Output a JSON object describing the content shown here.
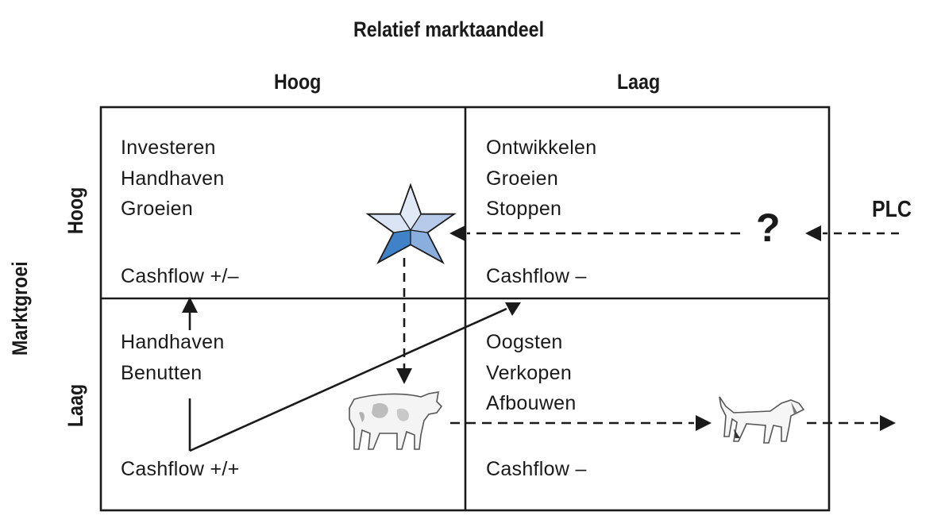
{
  "header": {
    "x_axis_title": "Relatief marktaandeel",
    "x_high": "Hoog",
    "x_low": "Laag",
    "y_axis_title": "Marktgroei",
    "y_high": "Hoog",
    "y_low": "Laag",
    "plc_label": "PLC"
  },
  "quadrants": {
    "star": {
      "lines": "Investeren\nHandhaven\nGroeien",
      "cashflow": "Cashflow +/–"
    },
    "question": {
      "lines": "Ontwikkelen\nGroeien\nStoppen",
      "cashflow": "Cashflow –"
    },
    "cow": {
      "lines": "Handhaven\nBenutten",
      "cashflow": "Cashflow +/+"
    },
    "dog": {
      "lines": "Oogsten\nVerkopen\nAfbouwen",
      "cashflow": "Cashflow –"
    }
  },
  "symbols": {
    "question_mark": "?"
  },
  "colors": {
    "line": "#1a1a1a",
    "star_light": "#dbe4f4",
    "star_mid": "#a8c0e6",
    "star_dark": "#3f82c8"
  },
  "icons": {
    "star": "star-icon",
    "cow": "cow-icon",
    "dog": "dog-icon"
  }
}
